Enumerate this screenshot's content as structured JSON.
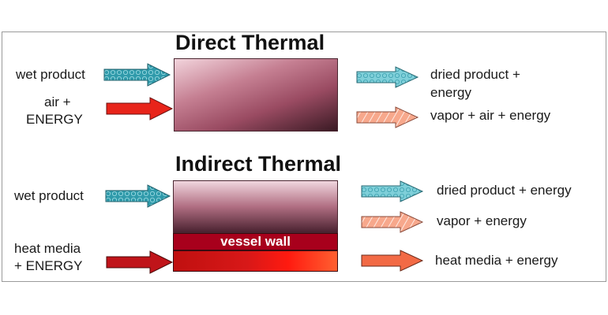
{
  "direct": {
    "title": "Direct Thermal",
    "inputs": [
      "wet product",
      "air +",
      "ENERGY"
    ],
    "outputs": [
      "dried product +",
      "energy",
      "vapor + air + energy"
    ]
  },
  "indirect": {
    "title": "Indirect Thermal",
    "inputs": [
      "wet product",
      "heat media",
      "+ ENERGY"
    ],
    "vessel_wall": "vessel wall",
    "outputs": [
      "dried product + energy",
      "vapor + energy",
      "heat media + energy"
    ]
  },
  "colors": {
    "teal": "#2f9aaa",
    "red": "#e8241a",
    "dark_red": "#c0141a",
    "salmon": "#f7b9a4",
    "orange": "#f26a45"
  }
}
